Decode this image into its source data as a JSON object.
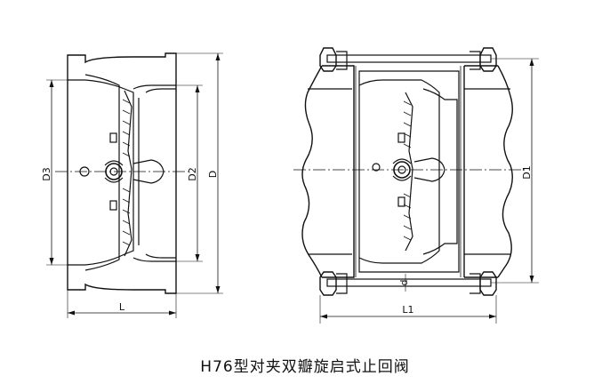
{
  "caption": "H76型对夹双瓣旋启式止回阀",
  "dimensions": {
    "left_view": {
      "d3": "D3",
      "d2": "D2",
      "d": "D",
      "l": "L"
    },
    "right_view": {
      "d1": "D1",
      "l1": "L1",
      "small_d": "d"
    }
  },
  "colors": {
    "line": "#111111",
    "background": "#ffffff"
  }
}
